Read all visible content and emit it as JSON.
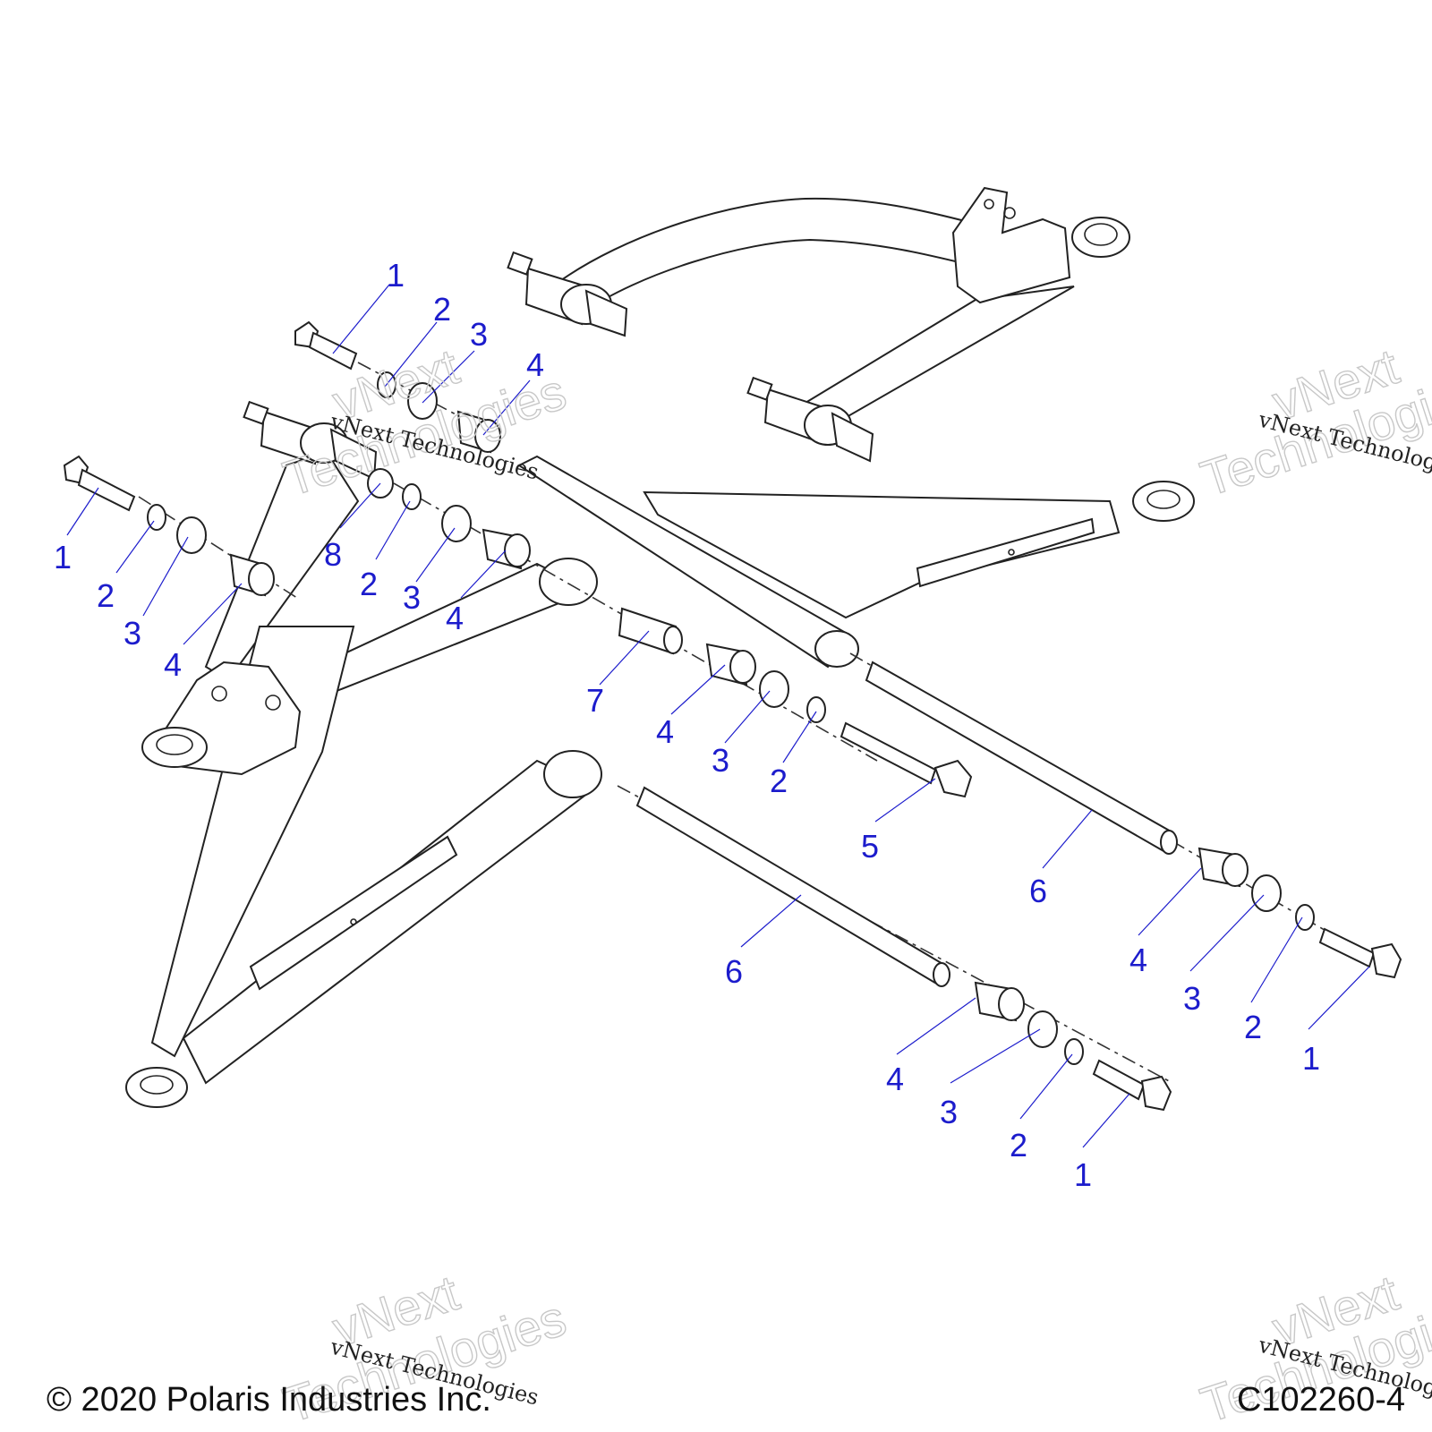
{
  "footer": {
    "copyright": "© 2020 Polaris Industries Inc.",
    "drawing_number": "C102260-4"
  },
  "watermark": {
    "line1": "vNext",
    "line2": "Technologies",
    "caption": "vNext Technologies"
  },
  "callouts": {
    "c1a": "1",
    "c2a": "2",
    "c3a": "3",
    "c4a": "4",
    "c1b": "1",
    "c2b": "2",
    "c3b": "3",
    "c4b": "4",
    "c8": "8",
    "c2c": "2",
    "c3c": "3",
    "c4c": "4",
    "c7": "7",
    "c4d": "4",
    "c3d": "3",
    "c2d": "2",
    "c5": "5",
    "c6a": "6",
    "c6b": "6",
    "c4e": "4",
    "c3e": "3",
    "c2e": "2",
    "c1e": "1",
    "c4f": "4",
    "c3f": "3",
    "c2f": "2",
    "c1f": "1"
  },
  "colors": {
    "callout": "#1c1ccc",
    "line": "#222222",
    "watermark": "#c8c8c8"
  }
}
